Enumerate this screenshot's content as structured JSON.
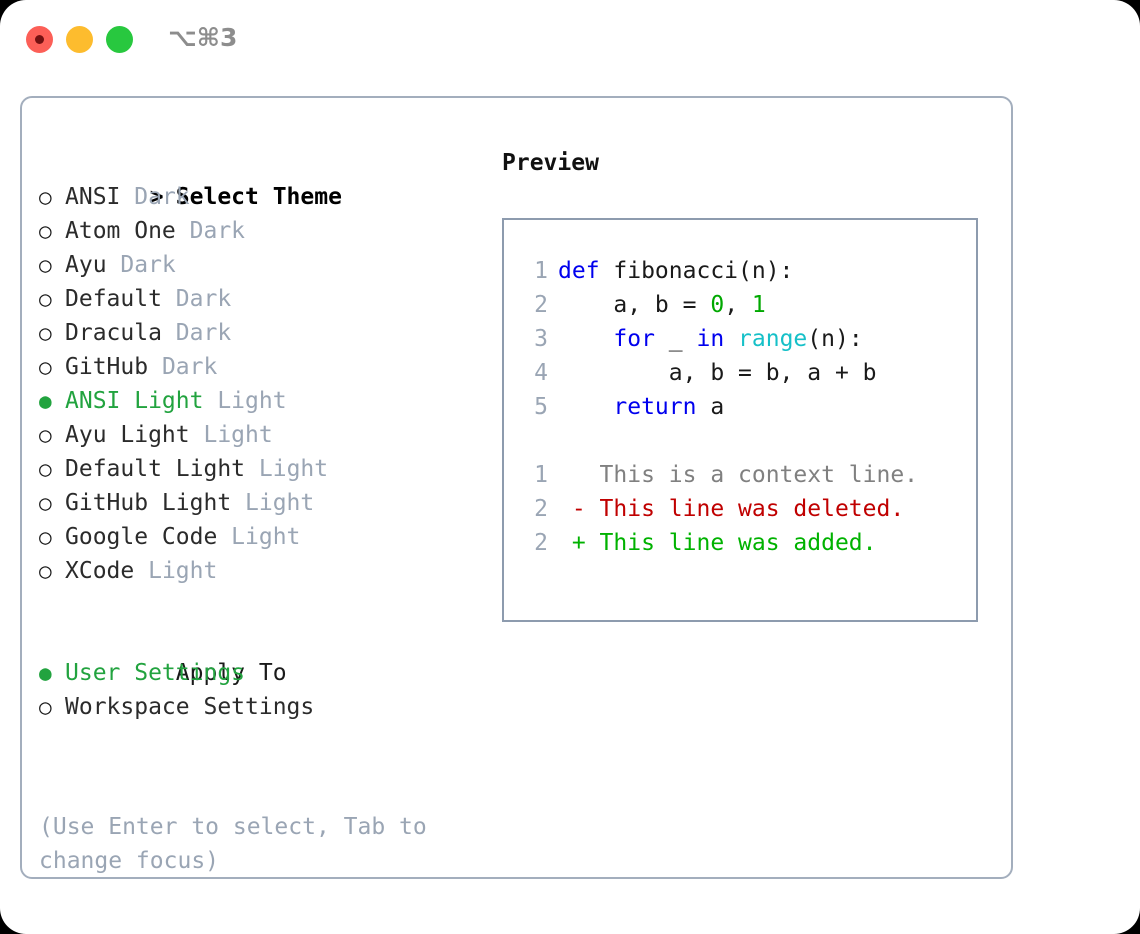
{
  "titlebar": {
    "shortcut": "⌥⌘3",
    "controls": [
      "close",
      "minimize",
      "maximize"
    ]
  },
  "theme_picker": {
    "heading": "Select Theme",
    "heading_marker": ">",
    "bullet_selected": "●",
    "bullet_unselected": "○",
    "items": [
      {
        "name": "ANSI",
        "suffix": "Dark",
        "selected": false
      },
      {
        "name": "Atom One",
        "suffix": "Dark",
        "selected": false
      },
      {
        "name": "Ayu",
        "suffix": "Dark",
        "selected": false
      },
      {
        "name": "Default",
        "suffix": "Dark",
        "selected": false
      },
      {
        "name": "Dracula",
        "suffix": "Dark",
        "selected": false
      },
      {
        "name": "GitHub",
        "suffix": "Dark",
        "selected": false
      },
      {
        "name": "ANSI Light",
        "suffix": "Light",
        "selected": true
      },
      {
        "name": "Ayu Light",
        "suffix": "Light",
        "selected": false
      },
      {
        "name": "Default Light",
        "suffix": "Light",
        "selected": false
      },
      {
        "name": "GitHub Light",
        "suffix": "Light",
        "selected": false
      },
      {
        "name": "Google Code",
        "suffix": "Light",
        "selected": false
      },
      {
        "name": "XCode",
        "suffix": "Light",
        "selected": false
      }
    ]
  },
  "apply_to": {
    "label": "Apply To",
    "options": [
      {
        "name": "User Settings",
        "selected": true
      },
      {
        "name": "Workspace Settings",
        "selected": false
      }
    ]
  },
  "hint": "(Use Enter to select, Tab to change focus)",
  "preview": {
    "title": "Preview",
    "code": [
      {
        "n": "1",
        "tokens": [
          {
            "t": "def ",
            "c": "kw"
          },
          {
            "t": "fibonacci(n):",
            "c": "plain"
          }
        ]
      },
      {
        "n": "2",
        "tokens": [
          {
            "t": "    a, b = ",
            "c": "plain"
          },
          {
            "t": "0",
            "c": "num"
          },
          {
            "t": ", ",
            "c": "plain"
          },
          {
            "t": "1",
            "c": "num"
          }
        ]
      },
      {
        "n": "3",
        "tokens": [
          {
            "t": "    ",
            "c": "plain"
          },
          {
            "t": "for",
            "c": "kw"
          },
          {
            "t": " _ ",
            "c": "plain"
          },
          {
            "t": "in",
            "c": "kw"
          },
          {
            "t": " ",
            "c": "plain"
          },
          {
            "t": "range",
            "c": "fn"
          },
          {
            "t": "(n):",
            "c": "plain"
          }
        ]
      },
      {
        "n": "4",
        "tokens": [
          {
            "t": "        a, b = b, a + b",
            "c": "plain"
          }
        ]
      },
      {
        "n": "5",
        "tokens": [
          {
            "t": "    ",
            "c": "plain"
          },
          {
            "t": "return",
            "c": "kw"
          },
          {
            "t": " a",
            "c": "plain"
          }
        ]
      }
    ],
    "diff": [
      {
        "n": "1",
        "marker": " ",
        "text": "This is a context line.",
        "kind": "ctx"
      },
      {
        "n": "2",
        "marker": "-",
        "text": "This line was deleted.",
        "kind": "del"
      },
      {
        "n": "2",
        "marker": "+",
        "text": "This line was added.",
        "kind": "add"
      }
    ]
  },
  "colors": {
    "selected_green": "#22a33f",
    "muted_blue_gray": "#9aa5b4",
    "border": "#a3aebd",
    "preview_border": "#8d9bae",
    "keyword_blue": "#0000ee",
    "function_cyan": "#16c0c8",
    "number_green": "#00a800",
    "diff_delete_red": "#c00000",
    "diff_add_green": "#00b200",
    "traffic_red": "#fc5f57",
    "traffic_yellow": "#fdbc2e",
    "traffic_green": "#28c83f"
  }
}
